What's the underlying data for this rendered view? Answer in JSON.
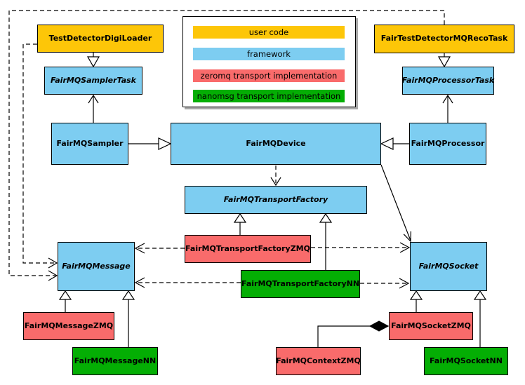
{
  "diagram": {
    "type": "uml-class-diagram",
    "colors": {
      "user_code": "#FDC608",
      "framework": "#7DCDF1",
      "zeromq": "#F96B6B",
      "nanomsg": "#04AE04",
      "line": "#000000",
      "background": "#FFFFFF"
    },
    "legend": {
      "items": [
        {
          "label": "user code",
          "color": "#FDC608"
        },
        {
          "label": "framework",
          "color": "#7DCDF1"
        },
        {
          "label": "zeromq transport implementation",
          "color": "#F96B6B"
        },
        {
          "label": "nanomsg transport implementation",
          "color": "#04AE04"
        }
      ]
    },
    "nodes": {
      "testDetectorDigiLoader": {
        "label": "TestDetectorDigiLoader",
        "category": "user code",
        "abstract": false,
        "color": "#FDC608"
      },
      "fairTestDetectorMQRecoTask": {
        "label": "FairTestDetectorMQRecoTask",
        "category": "user code",
        "abstract": false,
        "color": "#FDC608"
      },
      "fairMQSamplerTask": {
        "label": "FairMQSamplerTask",
        "category": "framework",
        "abstract": true,
        "color": "#7DCDF1"
      },
      "fairMQProcessorTask": {
        "label": "FairMQProcessorTask",
        "category": "framework",
        "abstract": true,
        "color": "#7DCDF1"
      },
      "fairMQSampler": {
        "label": "FairMQSampler",
        "category": "framework",
        "abstract": false,
        "color": "#7DCDF1"
      },
      "fairMQDevice": {
        "label": "FairMQDevice",
        "category": "framework",
        "abstract": false,
        "color": "#7DCDF1"
      },
      "fairMQProcessor": {
        "label": "FairMQProcessor",
        "category": "framework",
        "abstract": false,
        "color": "#7DCDF1"
      },
      "fairMQTransportFactory": {
        "label": "FairMQTransportFactory",
        "category": "framework",
        "abstract": true,
        "color": "#7DCDF1"
      },
      "fairMQTransportFactoryZMQ": {
        "label": "FairMQTransportFactoryZMQ",
        "category": "zeromq",
        "abstract": false,
        "color": "#F96B6B"
      },
      "fairMQTransportFactoryNN": {
        "label": "FairMQTransportFactoryNN",
        "category": "nanomsg",
        "abstract": false,
        "color": "#04AE04"
      },
      "fairMQMessage": {
        "label": "FairMQMessage",
        "category": "framework",
        "abstract": true,
        "color": "#7DCDF1"
      },
      "fairMQMessageZMQ": {
        "label": "FairMQMessageZMQ",
        "category": "zeromq",
        "abstract": false,
        "color": "#F96B6B"
      },
      "fairMQMessageNN": {
        "label": "FairMQMessageNN",
        "category": "nanomsg",
        "abstract": false,
        "color": "#04AE04"
      },
      "fairMQSocket": {
        "label": "FairMQSocket",
        "category": "framework",
        "abstract": true,
        "color": "#7DCDF1"
      },
      "fairMQSocketZMQ": {
        "label": "FairMQSocketZMQ",
        "category": "zeromq",
        "abstract": false,
        "color": "#F96B6B"
      },
      "fairMQSocketNN": {
        "label": "FairMQSocketNN",
        "category": "nanomsg",
        "abstract": false,
        "color": "#04AE04"
      },
      "fairMQContextZMQ": {
        "label": "FairMQContextZMQ",
        "category": "zeromq",
        "abstract": false,
        "color": "#F96B6B"
      }
    },
    "edges": [
      {
        "from": "TestDetectorDigiLoader",
        "to": "FairMQSamplerTask",
        "type": "inheritance-hollow-triangle"
      },
      {
        "from": "FairTestDetectorMQRecoTask",
        "to": "FairMQProcessorTask",
        "type": "inheritance-hollow-triangle"
      },
      {
        "from": "FairMQSampler",
        "to": "FairMQSamplerTask",
        "type": "solid-open-arrow"
      },
      {
        "from": "FairMQProcessor",
        "to": "FairMQProcessorTask",
        "type": "solid-open-arrow"
      },
      {
        "from": "FairMQSampler",
        "to": "FairMQDevice",
        "type": "inheritance-hollow-triangle"
      },
      {
        "from": "FairMQProcessor",
        "to": "FairMQDevice",
        "type": "inheritance-hollow-triangle"
      },
      {
        "from": "FairMQDevice",
        "to": "FairMQTransportFactory",
        "type": "dashed-open-arrow"
      },
      {
        "from": "FairMQDevice",
        "to": "FairMQSocket",
        "type": "solid-open-arrow"
      },
      {
        "from": "FairMQTransportFactoryZMQ",
        "to": "FairMQTransportFactory",
        "type": "inheritance-hollow-triangle"
      },
      {
        "from": "FairMQTransportFactoryNN",
        "to": "FairMQTransportFactory",
        "type": "inheritance-hollow-triangle"
      },
      {
        "from": "FairMQTransportFactoryZMQ",
        "to": "FairMQMessage",
        "type": "dashed-open-arrow"
      },
      {
        "from": "FairMQTransportFactoryZMQ",
        "to": "FairMQSocket",
        "type": "dashed-open-arrow"
      },
      {
        "from": "FairMQTransportFactoryNN",
        "to": "FairMQMessage",
        "type": "dashed-open-arrow"
      },
      {
        "from": "FairMQTransportFactoryNN",
        "to": "FairMQSocket",
        "type": "dashed-open-arrow"
      },
      {
        "from": "TestDetectorDigiLoader",
        "to": "FairMQMessage",
        "type": "dashed-open-arrow"
      },
      {
        "from": "FairTestDetectorMQRecoTask",
        "to": "FairMQMessage",
        "type": "dashed-open-arrow"
      },
      {
        "from": "FairMQMessageZMQ",
        "to": "FairMQMessage",
        "type": "inheritance-hollow-triangle"
      },
      {
        "from": "FairMQMessageNN",
        "to": "FairMQMessage",
        "type": "inheritance-hollow-triangle"
      },
      {
        "from": "FairMQSocketZMQ",
        "to": "FairMQSocket",
        "type": "inheritance-hollow-triangle"
      },
      {
        "from": "FairMQSocketNN",
        "to": "FairMQSocket",
        "type": "inheritance-hollow-triangle"
      },
      {
        "from": "FairMQContextZMQ",
        "to": "FairMQSocketZMQ",
        "type": "composition-filled-diamond"
      }
    ]
  }
}
